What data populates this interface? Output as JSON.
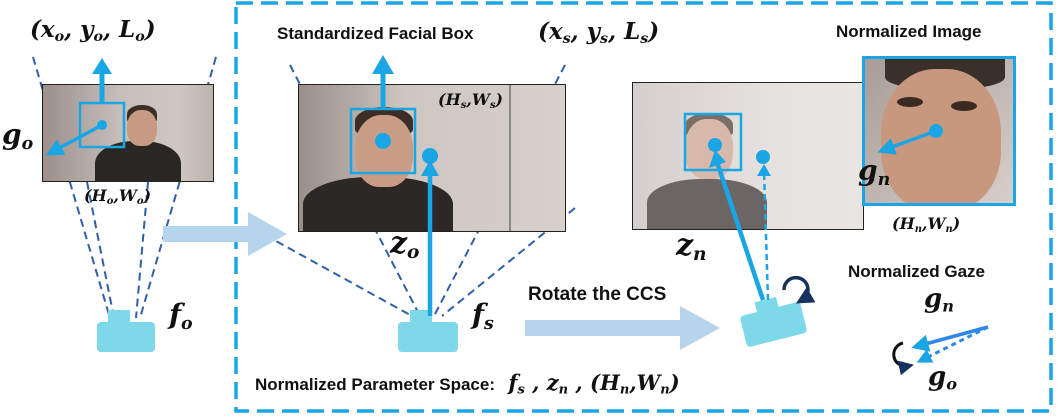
{
  "original": {
    "params_label": [
      "x",
      "o",
      ", ",
      "y",
      "o",
      ", ",
      "L",
      "o"
    ],
    "gaze_label": [
      "g",
      "o"
    ],
    "size_label": [
      "H",
      "o",
      ",",
      "W",
      "o"
    ],
    "focal_label": [
      "f",
      "o"
    ]
  },
  "standardized": {
    "title": "Standardized Facial Box",
    "params_label": [
      "x",
      "s",
      ", ",
      "y",
      "s",
      ", ",
      "L",
      "s"
    ],
    "size_label": [
      "H",
      "s",
      ",",
      "W",
      "s"
    ],
    "distance_label": [
      "z",
      "o"
    ],
    "focal_label": [
      "f",
      "s"
    ]
  },
  "normalized": {
    "image_title": "Normalized Image",
    "gaze_label": [
      "g",
      "n"
    ],
    "size_label": [
      "H",
      "n",
      ",",
      "W",
      "n"
    ],
    "distance_label": [
      "z",
      "n"
    ],
    "rotate_label": "Rotate the CCS",
    "gaze_title": "Normalized Gaze",
    "gaze_n_label": [
      "g",
      "n"
    ],
    "gaze_o_label": [
      "g",
      "o"
    ],
    "space_label": "Normalized Parameter Space:",
    "space_params": [
      "f",
      "s",
      " , ",
      "z",
      "n",
      " , (",
      "H",
      "n",
      ",",
      "W",
      "n",
      ")"
    ]
  },
  "colors": {
    "accent": "#1aa6e4",
    "camera": "#7dd8ea",
    "dashed_line": "#2f5fa8",
    "flow_arrow": "#b6d4ec",
    "rotate_arrow": "#17325c"
  }
}
